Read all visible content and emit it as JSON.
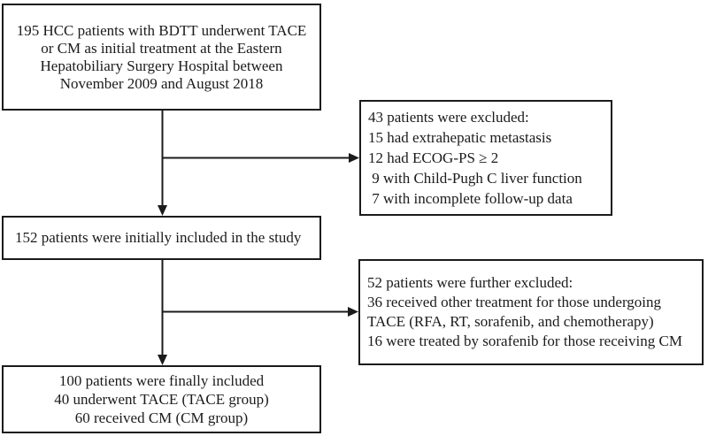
{
  "diagram": {
    "type": "flowchart",
    "title_semantic": "Patient selection flow diagram",
    "colors": {
      "border": "#1b1b1b",
      "text": "#1b1b1b",
      "background": "#ffffff"
    },
    "boxes": {
      "initial": {
        "lines": [
          "195 HCC patients with BDTT underwent TACE",
          "or CM as initial treatment at the Eastern",
          "Hepatobiliary Surgery Hospital between",
          "November 2009 and August 2018"
        ]
      },
      "excluded_first": {
        "lines": [
          "43 patients were excluded:",
          "15 had extrahepatic metastasis",
          "12 had ECOG-PS ≥ 2",
          " 9 with Child-Pugh C liver function",
          " 7 with incomplete follow-up data"
        ]
      },
      "included": {
        "lines": [
          "152 patients were initially included in the study"
        ]
      },
      "excluded_second": {
        "lines": [
          "52 patients were further excluded:",
          "36 received other treatment for those undergoing",
          "TACE (RFA, RT, sorafenib, and chemotherapy)",
          "16 were treated by sorafenib for those receiving CM"
        ]
      },
      "final": {
        "lines": [
          "100 patients were finally included",
          "40 underwent TACE (TACE group)",
          "60 received CM (CM group)"
        ]
      }
    }
  }
}
